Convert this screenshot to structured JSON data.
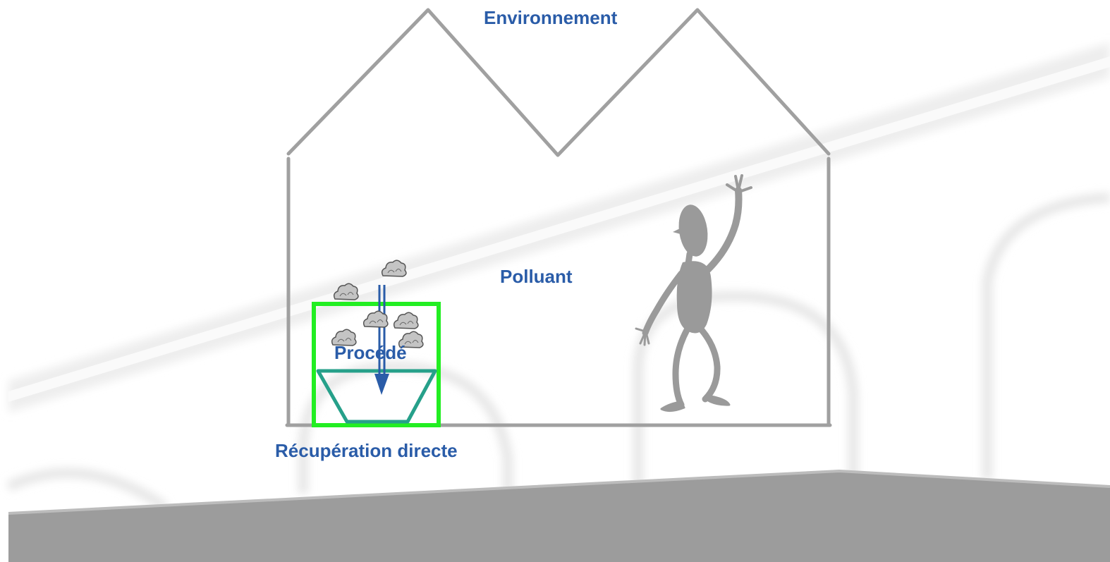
{
  "labels": {
    "environment": "Environnement",
    "pollutant": "Polluant",
    "process": "Procédé",
    "recovery": "Récupération directe"
  },
  "colors": {
    "label_text": "#2a5ca8",
    "building_outline": "#a0a0a0",
    "process_box": "#22ee22",
    "hopper": "#26a08a",
    "arrow": "#2a5ca8",
    "worker": "#9a9a9a",
    "floor": "#9c9c9c"
  },
  "icons": {
    "pollutant_particles": "cloud-icon",
    "worker": "person-figure"
  }
}
